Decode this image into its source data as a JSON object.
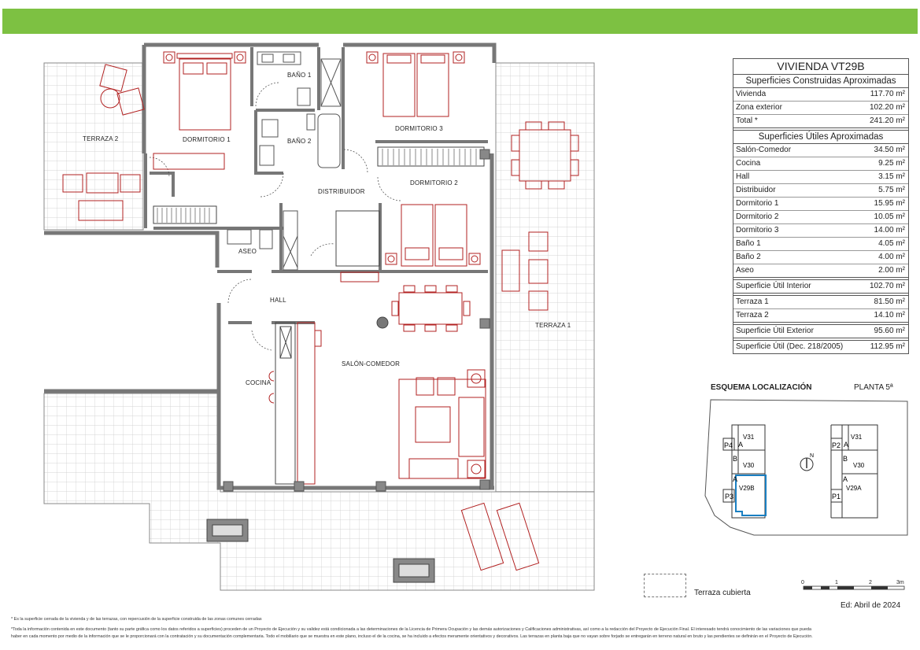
{
  "header": {
    "bar_color": "#7dc142"
  },
  "rooms": {
    "terraza2": "TERRAZA 2",
    "dormitorio1": "DORMITORIO 1",
    "bano1": "BAÑO 1",
    "bano2": "BAÑO 2",
    "dormitorio3": "DORMITORIO 3",
    "distribuidor": "DISTRIBUIDOR",
    "dormitorio2": "DORMITORIO 2",
    "aseo": "ASEO",
    "hall": "HALL",
    "salon": "SALÓN-COMEDOR",
    "cocina": "COCINA",
    "terraza1": "TERRAZA 1"
  },
  "panel": {
    "title": "VIVIENDA VT29B",
    "construidas_header": "Superficies Construidas Aproximadas",
    "construidas": [
      {
        "label": "Vivienda",
        "value": "117.70 m²"
      },
      {
        "label": "Zona exterior",
        "value": "102.20 m²"
      },
      {
        "label": "Total *",
        "value": "241.20 m²"
      }
    ],
    "utiles_header": "Superficies Útiles Aproximadas",
    "utiles": [
      {
        "label": "Salón-Comedor",
        "value": "34.50 m²"
      },
      {
        "label": "Cocina",
        "value": "9.25 m²"
      },
      {
        "label": "Hall",
        "value": "3.15 m²"
      },
      {
        "label": "Distribuidor",
        "value": "5.75 m²"
      },
      {
        "label": "Dormitorio 1",
        "value": "15.95 m²"
      },
      {
        "label": "Dormitorio 2",
        "value": "10.05 m²"
      },
      {
        "label": "Dormitorio 3",
        "value": "14.00 m²"
      },
      {
        "label": "Baño 1",
        "value": "4.05 m²"
      },
      {
        "label": "Baño 2",
        "value": "4.00 m²"
      },
      {
        "label": "Aseo",
        "value": "2.00 m²"
      }
    ],
    "interior": {
      "label": "Superficie Útil Interior",
      "value": "102.70 m²"
    },
    "terrazas": [
      {
        "label": "Terraza 1",
        "value": "81.50 m²"
      },
      {
        "label": "Terraza 2",
        "value": "14.10 m²"
      }
    ],
    "exterior": {
      "label": "Superficie Útil Exterior",
      "value": "95.60 m²"
    },
    "decreto": {
      "label": "Superficie Útil (Dec. 218/2005)",
      "value": "112.95 m²"
    }
  },
  "location": {
    "title": "ESQUEMA LOCALIZACIÓN",
    "floor": "PLANTA 5ª",
    "left_block": {
      "p4": "P4",
      "p3": "P3",
      "a1": "A",
      "b": "B",
      "a2": "A",
      "v31": "V31",
      "v30": "V30",
      "v29b": "V29B"
    },
    "right_block": {
      "p2": "P2",
      "p1": "P1",
      "a1": "A",
      "b": "B",
      "a2": "A",
      "v31": "V31",
      "v30": "V30",
      "v29a": "V29A"
    },
    "north": "N",
    "highlight_color": "#1a7fc1"
  },
  "legend": {
    "covered_terrace": "Terraza cubierta"
  },
  "scale": {
    "t0": "0",
    "t1": "1",
    "t2": "2",
    "t3": "3m"
  },
  "edition": "Ed: Abril de 2024",
  "footnotes": {
    "line1": "* Es la superficie cerrada de la vivienda y de las terrazas, con repercusión de la superficie construida de las zonas comunes cerradas",
    "line2": "*Toda la información contenida en este documento (tanto su parte gráfica como los datos referidos a superficies) proceden de un Proyecto de Ejecución y su validez está condicionada a las determinaciones de la Licencia de Primera Ocupación y las demás autorizaciones y Calificaciones administrativas, así como a la redacción del Proyecto de Ejecución Final. El interesado tendrá conocimiento de las variaciones que pueda",
    "line3": "haber en cada momento por medio de la información que se le proporcionará con la contratación y su documentación complementaria. Todo el mobiliario que se muestra en este plano, incluso el de la cocina, se ha incluido a efectos meramente orientativos y decorativos. Las terrazas en planta baja que no vayan sobre forjado se entregarán en terreno natural en bruto y las pendientes se definirán en el Proyecto de Ejecución."
  }
}
